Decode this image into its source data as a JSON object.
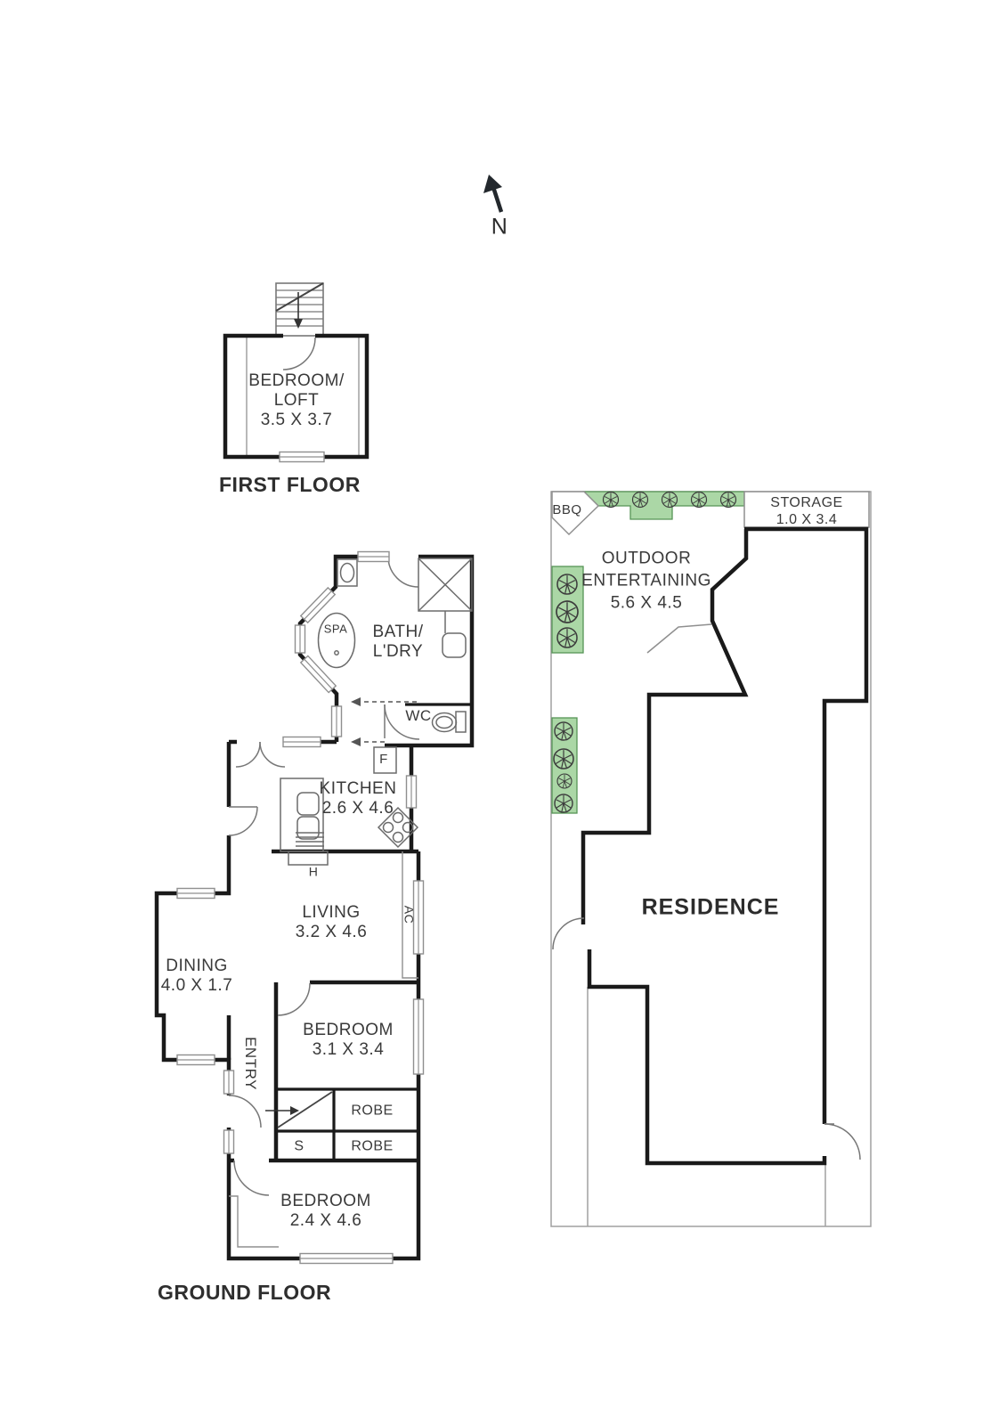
{
  "compass": {
    "label": "N"
  },
  "colors": {
    "wall": "#1a1a1a",
    "thin_line": "#8f8f8f",
    "boundary": "#a0a0a0",
    "garden_fill": "#abd7a6",
    "garden_stroke": "#569456",
    "text": "#3a3a3a"
  },
  "plans": {
    "first_floor": {
      "title": "FIRST FLOOR",
      "bedroom_loft_name": "BEDROOM/",
      "bedroom_loft_name2": "LOFT",
      "bedroom_loft_dims": "3.5 X 3.7"
    },
    "ground_floor": {
      "title": "GROUND FLOOR",
      "bath_name": "BATH/",
      "bath_name2": "L'DRY",
      "spa": "SPA",
      "wc": "WC",
      "fridge": "F",
      "kitchen_name": "KITCHEN",
      "kitchen_dims": "2.6 X 4.6",
      "hot_water": "H",
      "living_name": "LIVING",
      "living_dims": "3.2 X 4.6",
      "ac": "AC",
      "dining_name": "DINING",
      "dining_dims": "4.0 X 1.7",
      "entry": "ENTRY",
      "bedroom1_name": "BEDROOM",
      "bedroom1_dims": "3.1 X 3.4",
      "robe1": "ROBE",
      "robe2": "ROBE",
      "store": "S",
      "bedroom2_name": "BEDROOM",
      "bedroom2_dims": "2.4 X 4.6"
    },
    "site": {
      "bbq": "BBQ",
      "storage_name": "STORAGE",
      "storage_dims": "1.0 X 3.4",
      "outdoor_line1": "OUTDOOR",
      "outdoor_line2": "ENTERTAINING",
      "outdoor_dims": "5.6 X 4.5",
      "residence": "RESIDENCE"
    }
  }
}
